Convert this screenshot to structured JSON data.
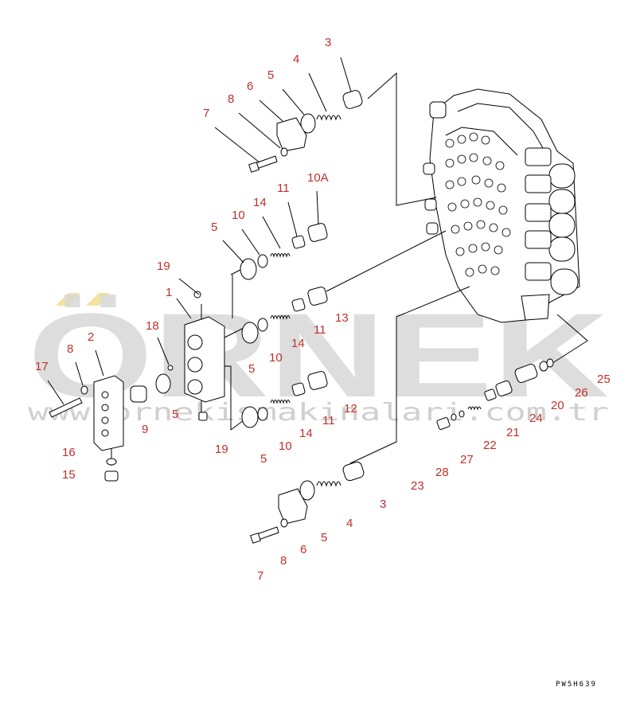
{
  "watermark": {
    "brand": "ÖRNEK",
    "website": "www.ornekismakinalari.com.tr",
    "brand_color": "#d8d8d8",
    "dot_color": "#f3e3a0"
  },
  "diagram_code": "PW5H639",
  "label_color": "#c0302a",
  "callouts": [
    {
      "id": "3",
      "text": "3"
    },
    {
      "id": "4",
      "text": "4"
    },
    {
      "id": "5",
      "text": "5"
    },
    {
      "id": "6",
      "text": "6"
    },
    {
      "id": "8",
      "text": "8"
    },
    {
      "id": "7",
      "text": "7"
    },
    {
      "id": "10A",
      "text": "10A"
    },
    {
      "id": "11",
      "text": "11"
    },
    {
      "id": "14",
      "text": "14"
    },
    {
      "id": "10",
      "text": "10"
    },
    {
      "id": "5",
      "text": "5"
    },
    {
      "id": "19",
      "text": "19"
    },
    {
      "id": "1",
      "text": "1"
    },
    {
      "id": "18",
      "text": "18"
    },
    {
      "id": "2",
      "text": "2"
    },
    {
      "id": "8",
      "text": "8"
    },
    {
      "id": "17",
      "text": "17"
    },
    {
      "id": "5",
      "text": "5"
    },
    {
      "id": "10",
      "text": "10"
    },
    {
      "id": "14",
      "text": "14"
    },
    {
      "id": "11",
      "text": "11"
    },
    {
      "id": "13",
      "text": "13"
    },
    {
      "id": "5",
      "text": "5"
    },
    {
      "id": "9",
      "text": "9"
    },
    {
      "id": "12",
      "text": "12"
    },
    {
      "id": "11",
      "text": "11"
    },
    {
      "id": "14",
      "text": "14"
    },
    {
      "id": "19",
      "text": "19"
    },
    {
      "id": "10",
      "text": "10"
    },
    {
      "id": "5",
      "text": "5"
    },
    {
      "id": "16",
      "text": "16"
    },
    {
      "id": "15",
      "text": "15"
    },
    {
      "id": "25",
      "text": "25"
    },
    {
      "id": "26",
      "text": "26"
    },
    {
      "id": "20",
      "text": "20"
    },
    {
      "id": "24",
      "text": "24"
    },
    {
      "id": "21",
      "text": "21"
    },
    {
      "id": "22",
      "text": "22"
    },
    {
      "id": "27",
      "text": "27"
    },
    {
      "id": "28",
      "text": "28"
    },
    {
      "id": "23",
      "text": "23"
    },
    {
      "id": "3",
      "text": "3"
    },
    {
      "id": "4",
      "text": "4"
    },
    {
      "id": "5",
      "text": "5"
    },
    {
      "id": "6",
      "text": "6"
    },
    {
      "id": "8",
      "text": "8"
    },
    {
      "id": "7",
      "text": "7"
    }
  ]
}
